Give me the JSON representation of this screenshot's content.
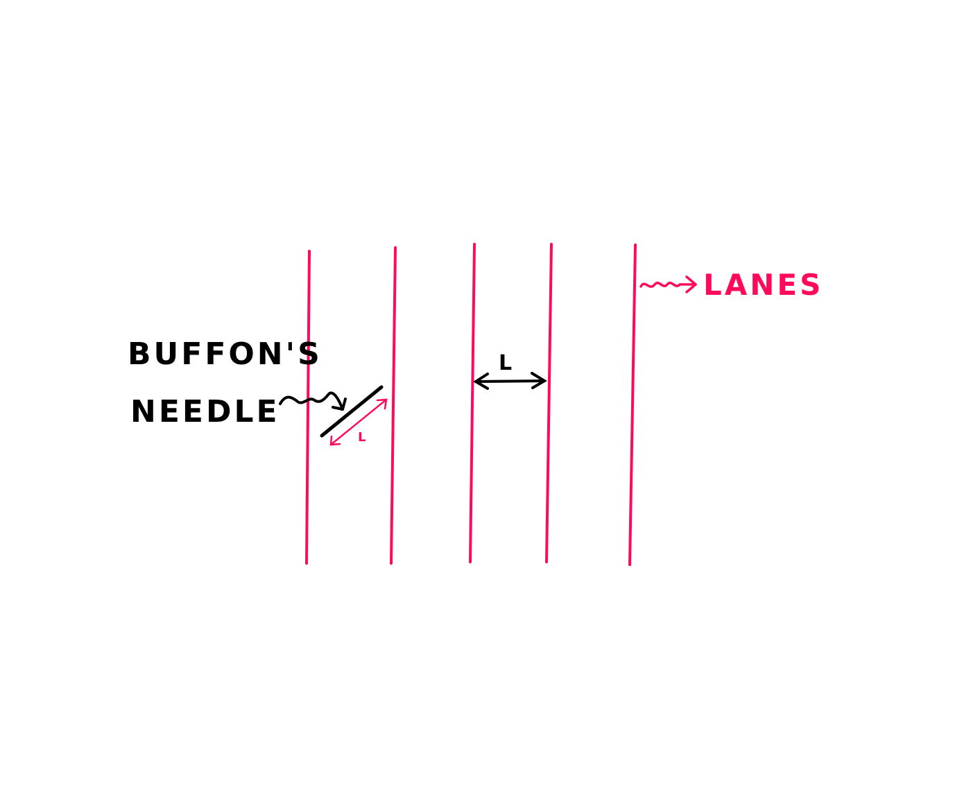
{
  "colors": {
    "lane": "#ff0a5a",
    "ink": "#000000",
    "background": "#ffffff"
  },
  "labels": {
    "needle_line1": "BUFFON'S",
    "needle_line2": "NEEDLE",
    "lanes": "LANES",
    "lane_width": "L",
    "needle_length": "L"
  }
}
